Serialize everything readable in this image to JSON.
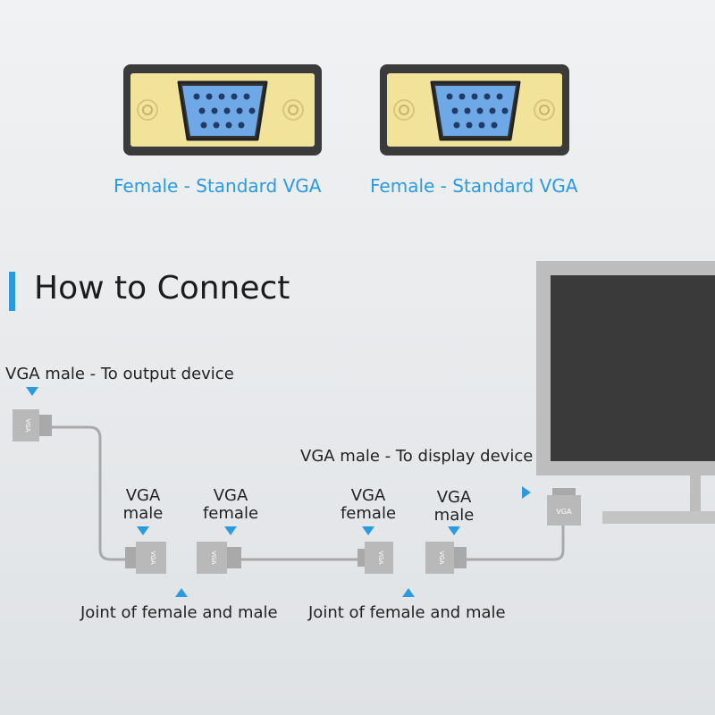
{
  "connectors": [
    {
      "label": "Female - Standard VGA"
    },
    {
      "label": "Female - Standard VGA"
    }
  ],
  "heading": "How to Connect",
  "labels": {
    "output_device": "VGA male - To output device",
    "display_device": "VGA male - To display device",
    "vga1_line1": "VGA",
    "vga1_line2": "male",
    "vga2_line1": "VGA",
    "vga2_line2": "female",
    "vga3_line1": "VGA",
    "vga3_line2": "female",
    "vga4_line1": "VGA",
    "vga4_line2": "male",
    "joint1": "Joint of female and male",
    "joint2": "Joint of female and male"
  },
  "plug_text": "VGA",
  "colors": {
    "accent": "#2a9be0",
    "connector_shell": "#3b3b3b",
    "connector_face": "#f2e39a",
    "pin_block": "#6fa8e6",
    "plug_gray": "#b9b9b9",
    "cable_gray": "#a9a9a9",
    "monitor_frame": "#bdbdbd",
    "monitor_screen": "#3a3a3a"
  }
}
